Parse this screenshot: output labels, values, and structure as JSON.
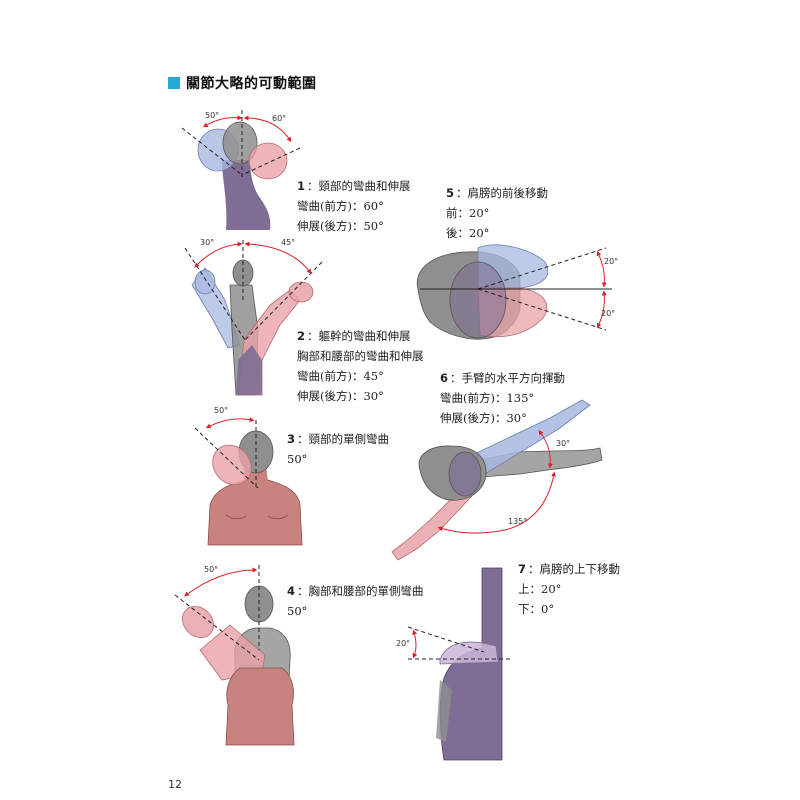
{
  "title": "關節大略的可動範圍",
  "page_number": "12",
  "colors": {
    "accent": "#27a9d6",
    "flexion_red": "#e8a3a8",
    "extension_blue": "#a7b8e0",
    "neutral_gray": "#8f8f8f",
    "body_purple": "#7e6e95",
    "skin": "#c8837f",
    "arc_red": "#d9232b"
  },
  "figures": [
    {
      "num": "1",
      "title": "：頸部的彎曲和伸展",
      "lines": [
        "彎曲(前方)：60°",
        "伸展(後方)：50°"
      ],
      "angles": [
        "50°",
        "60°"
      ]
    },
    {
      "num": "2",
      "title": "：軀幹的彎曲和伸展",
      "lines": [
        "胸部和腰部的彎曲和伸展",
        "彎曲(前方)：45°",
        "伸展(後方)：30°"
      ],
      "angles": [
        "30°",
        "45°"
      ]
    },
    {
      "num": "3",
      "title": "：頸部的單側彎曲",
      "lines": [
        "50°"
      ],
      "angles": [
        "50°"
      ]
    },
    {
      "num": "4",
      "title": "：胸部和腰部的單側彎曲",
      "lines": [
        "50°"
      ],
      "angles": [
        "50°"
      ]
    },
    {
      "num": "5",
      "title": "：肩膀的前後移動",
      "lines": [
        "前：20°",
        "後：20°"
      ],
      "angles": [
        "20°",
        "20°"
      ]
    },
    {
      "num": "6",
      "title": "：手臂的水平方向揮動",
      "lines": [
        "彎曲(前方)：135°",
        "伸展(後方)：30°"
      ],
      "angles": [
        "30°",
        "135°"
      ]
    },
    {
      "num": "7",
      "title": "：肩膀的上下移動",
      "lines": [
        "上：20°",
        "下：0°"
      ],
      "angles": [
        "20°"
      ]
    }
  ]
}
